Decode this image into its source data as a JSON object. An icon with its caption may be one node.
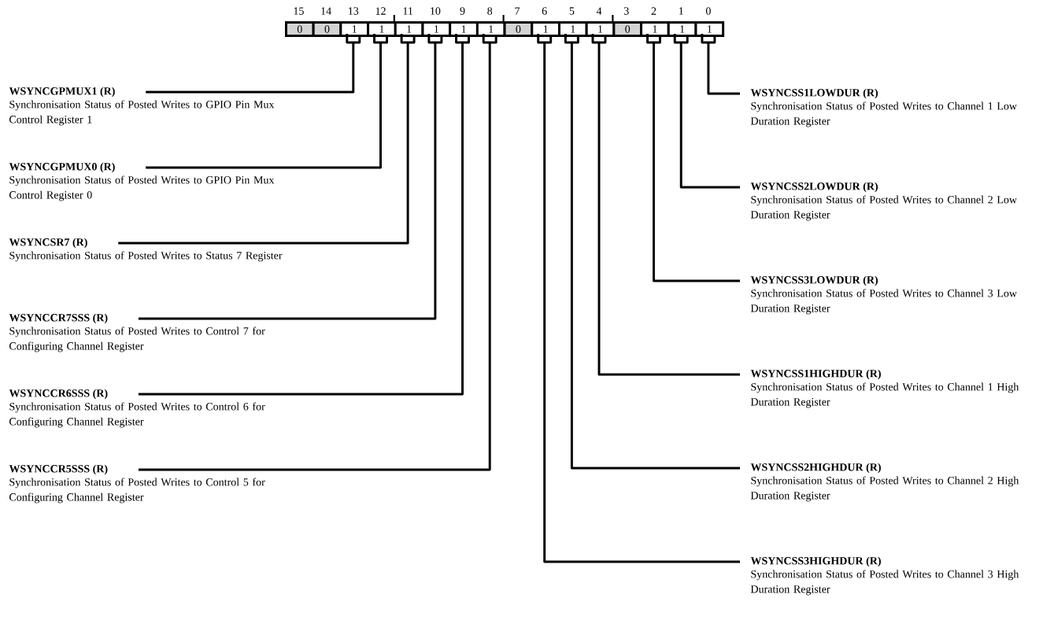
{
  "diagram": {
    "nodes": [
      {
        "text": [
          "0"
        ]
      },
      {
        "text": [
          "0"
        ]
      },
      {
        "text": [
          "1"
        ]
      },
      {
        "text": [
          "1"
        ]
      },
      {
        "text": [
          "1"
        ]
      },
      {
        "text": [
          "1"
        ]
      },
      {
        "text": [
          "1"
        ]
      },
      {
        "text": [
          "1"
        ]
      },
      {
        "text": [
          "0"
        ]
      },
      {
        "text": [
          "1"
        ]
      },
      {
        "text": [
          "1"
        ]
      },
      {
        "text": [
          "1"
        ]
      },
      {
        "text": [
          "0"
        ]
      },
      {
        "text": [
          "1"
        ]
      },
      {
        "text": [
          "1"
        ]
      },
      {
        "text": [
          "1"
        ]
      },
      {
        "text": [
          "WSYNCGPMUX1 (R)",
          "Synchronisation Status of Posted Writes to GPIO Pin Mux Control Register 1"
        ]
      },
      {
        "text": [
          "WSYNCGPMUX0 (R)",
          "Synchronisation Status of Posted Writes to GPIO Pin Mux Control Register 0"
        ]
      },
      {
        "text": [
          "WSYNCSR7 (R)",
          "Synchronisation Status of Posted Writes to Status 7 Register"
        ]
      },
      {
        "text": [
          "WSYNCCR7SSS (R)",
          "Synchronisation Status of Posted Writes to Control 7 for Configuring Channel Register"
        ]
      },
      {
        "text": [
          "WSYNCCR6SSS (R)",
          "Synchronisation Status of Posted Writes to Control 6 for Configuring Channel Register"
        ]
      },
      {
        "text": [
          "WSYNCCR5SSS (R)",
          "Synchronisation Status of Posted Writes to Control 5 for Configuring Channel Register"
        ]
      },
      {
        "text": [
          "WSYNCSS1LOWDUR (R)",
          "Synchronisation Status of Posted Writes to Channel 1 Low Duration Register"
        ]
      },
      {
        "text": [
          "WSYNCSS2LOWDUR (R)",
          "Synchronisation Status of Posted Writes to Channel 2 Low Duration Register"
        ]
      },
      {
        "text": [
          "WSYNCSS3LOWDUR (R)",
          "Synchronisation Status of Posted Writes to Channel 3 Low Duration Register"
        ]
      },
      {
        "text": [
          "WSYNCSS1HIGHDUR (R)",
          "Synchronisation Status of Posted Writes to Channel 1 High Duration Register"
        ]
      },
      {
        "text": [
          "WSYNCSS2HIGHDUR (R)",
          "Synchronisation Status of Posted Writes to Channel 2 High Duration Register"
        ]
      },
      {
        "text": [
          "WSYNCSS3HIGHDUR (R)",
          "Synchronisation Status of Posted Writes to Channel 3 High Duration Register"
        ]
      }
    ],
    "edges": [
      {
        "from": 16,
        "to": 2,
        "arrow": "none"
      },
      {
        "from": 17,
        "to": 3,
        "arrow": "none"
      },
      {
        "from": 18,
        "to": 4,
        "arrow": "none"
      },
      {
        "from": 19,
        "to": 5,
        "arrow": "none"
      },
      {
        "from": 20,
        "to": 6,
        "arrow": "none"
      },
      {
        "from": 21,
        "to": 7,
        "arrow": "none"
      },
      {
        "from": 22,
        "to": 15,
        "arrow": "none"
      },
      {
        "from": 23,
        "to": 14,
        "arrow": "none"
      },
      {
        "from": 24,
        "to": 13,
        "arrow": "none"
      },
      {
        "from": 25,
        "to": 11,
        "arrow": "none"
      },
      {
        "from": 26,
        "to": 10,
        "arrow": "none"
      },
      {
        "from": 27,
        "to": 9,
        "arrow": "none"
      }
    ],
    "labels": [
      "15",
      "14",
      "13",
      "12",
      "11",
      "10",
      "9",
      "8",
      "7",
      "6",
      "5",
      "4",
      "3",
      "2",
      "1",
      "0"
    ]
  }
}
